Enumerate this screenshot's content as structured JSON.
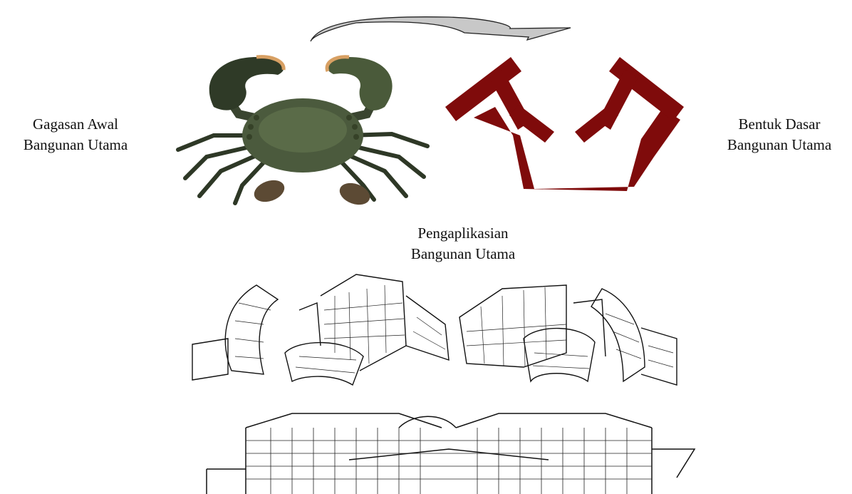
{
  "labels": {
    "initial_idea": {
      "line1": "Gagasan Awal",
      "line2": "Bangunan Utama"
    },
    "basic_form": {
      "line1": "Bentuk Dasar",
      "line2": "Bangunan Utama"
    },
    "application": {
      "line1": "Pengaplikasian",
      "line2": "Bangunan Utama"
    }
  },
  "images": {
    "crab": "crab-photo",
    "basic_form": "basic-form-shape",
    "axonometric_left": "building-axonometric-left",
    "axonometric_right": "building-axonometric-right",
    "section": "building-section-drawing"
  },
  "colors": {
    "form_fill": "#7f0b0b",
    "arrow_fill": "#c8c8c8",
    "crab_shell": "#4b5a3d",
    "claw_tip": "#d8a063"
  }
}
